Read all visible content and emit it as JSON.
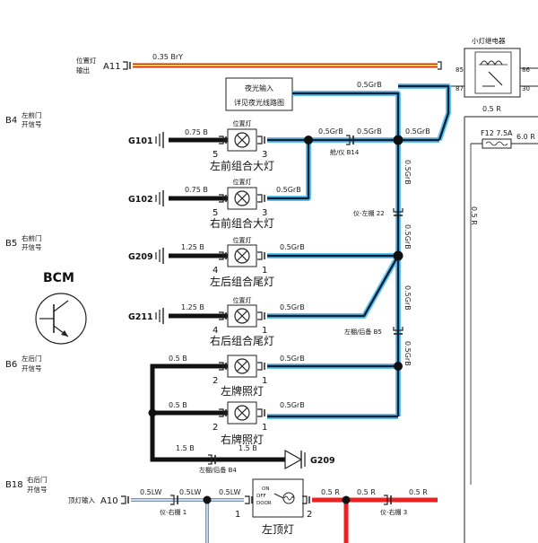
{
  "left_connectors": [
    {
      "pin": "B4",
      "label_l1": "左前门",
      "label_l2": "开信号"
    },
    {
      "pin": "B5",
      "label_l1": "右前门",
      "label_l2": "开信号"
    },
    {
      "pin": "B6",
      "label_l1": "左后门",
      "label_l2": "开信号"
    },
    {
      "pin": "B18",
      "label_l1": "右后门",
      "label_l2": "开信号"
    }
  ],
  "bcm": {
    "label": "BCM"
  },
  "position_output": {
    "label_l1": "位置灯",
    "label_l2": "输出",
    "pin": "A11",
    "wire": "0.35 BrY"
  },
  "relay": {
    "title": "小灯继电器",
    "pins": [
      "85",
      "86",
      "87",
      "30"
    ]
  },
  "fuse": {
    "label": "F12 7.5A",
    "wire_right": "6.0 R"
  },
  "night_box": {
    "line1": "夜光输入",
    "line2": "详见夜光线路图"
  },
  "lamps": [
    {
      "label": "位置灯",
      "name": "左前组合大灯",
      "pin_left": "5",
      "pin_right": "3",
      "ground": "G101",
      "gwire": "0.75 B",
      "rwire": "0.5GrB"
    },
    {
      "label": "位置灯",
      "name": "右前组合大灯",
      "pin_left": "5",
      "pin_right": "3",
      "ground": "G102",
      "gwire": "0.75 B",
      "rwire": "0.5GrB"
    },
    {
      "label": "位置灯",
      "name": "左后组合尾灯",
      "pin_left": "4",
      "pin_right": "1",
      "ground": "G209",
      "gwire": "1.25 B",
      "rwire": "0.5GrB"
    },
    {
      "label": "位置灯",
      "name": "右后组合尾灯",
      "pin_left": "4",
      "pin_right": "1",
      "ground": "G211",
      "gwire": "1.25 B",
      "rwire": "0.5GrB"
    },
    {
      "label": "",
      "name": "左牌照灯",
      "pin_left": "2",
      "pin_right": "1",
      "ground": "",
      "gwire": "0.5 B",
      "rwire": "0.5GrB"
    },
    {
      "label": "",
      "name": "右牌照灯",
      "pin_left": "2",
      "pin_right": "1",
      "ground": "",
      "gwire": "0.5 B",
      "rwire": "0.5GrB"
    }
  ],
  "wire_labels": {
    "grb_top": "0.5GrB",
    "grb_a": "0.5GrB",
    "grb_b": "0.5GrB",
    "grb_c": "0.5GrB",
    "vert_1": "0.5GrB",
    "vert_2": "0.5GrB",
    "vert_3": "0.5GrB",
    "vert_4": "0.5GrB",
    "r_vert": "0.5 R",
    "r_top": "0.5 R",
    "ground_15": "1.5 B",
    "ground_15b": "1.5 B"
  },
  "inline_connectors": {
    "cab_dash": "舱/仪 B14",
    "dash_leftshed": "仪-左棚 22",
    "leftshed_rear": "左棚/后备 B5",
    "leftshed_rear_b4": "左棚/后备 B4"
  },
  "ground_g209_bottom": "G209",
  "dome": {
    "input_label": "顶灯输入",
    "input_pin": "A10",
    "wire_1": "0.5LW",
    "wire_2": "0.5LW",
    "wire_3": "0.5LW",
    "conn_left": "仪-右棚 1",
    "name": "左顶灯",
    "sw_on": "ON",
    "sw_off": "OFF",
    "sw_door": "DOOR",
    "pin_left": "1",
    "pin_right": "2",
    "r_1": "0.5 R",
    "r_2": "0.5 R",
    "r_3": "0.5 R",
    "conn_right": "仪-右棚 3"
  }
}
